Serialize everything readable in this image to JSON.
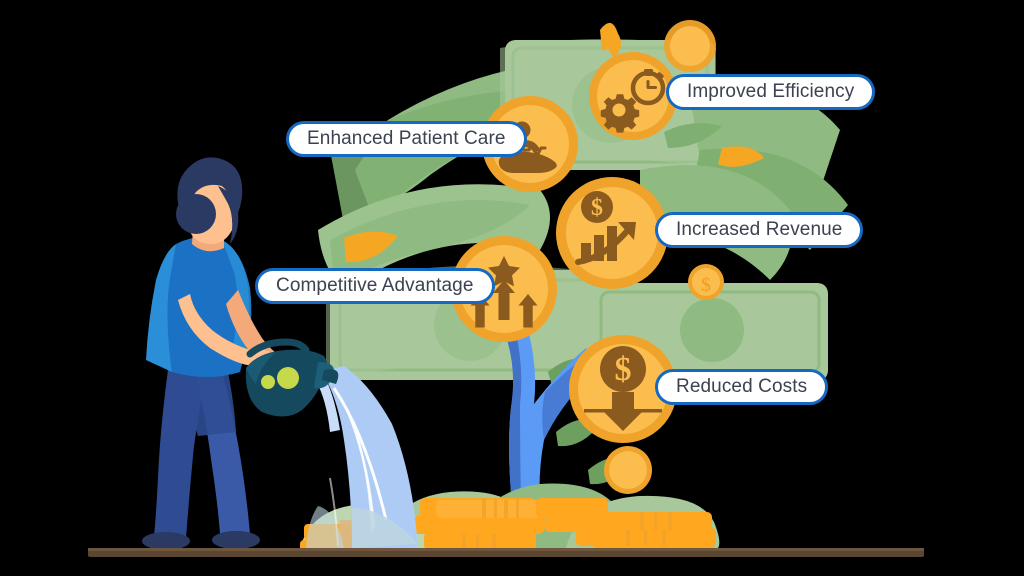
{
  "scene": {
    "title": "Money Tree Benefits Illustration",
    "background_color": "#000000",
    "ground_color": "#5b4632"
  },
  "palette": {
    "coin_outer": "#f0a32a",
    "coin_inner": "#fbbd4e",
    "coin_icon": "#8a5a1e",
    "leaf_green": "#7fb071",
    "bill_green": "#a8c89b",
    "bill_green_dark": "#8fba81",
    "trunk_light": "#5b9bf5",
    "trunk_dark": "#4272c8",
    "water_blue": "#aecbf5",
    "orange_leaf": "#f5a623",
    "pill_border": "#1669c1",
    "pill_fill": "#ffffff",
    "pill_text": "#3c4250",
    "skin": "#f4a97b",
    "hair": "#2b3a63",
    "shirt_blue": "#1b72c4",
    "shirt_light": "#2a8fd8",
    "pants": "#2f4c93",
    "can_teal": "#14495e",
    "can_dot": "#c6d94a"
  },
  "labels": [
    {
      "id": "efficiency",
      "text": "Improved Efficiency",
      "icon": "gear-stopwatch-icon"
    },
    {
      "id": "patient",
      "text": "Enhanced Patient Care",
      "icon": "hand-heartbeat-icon"
    },
    {
      "id": "revenue",
      "text": "Increased Revenue",
      "icon": "dollar-bar-chart-arrow-up-icon"
    },
    {
      "id": "advantage",
      "text": "Competitive Advantage",
      "icon": "star-three-arrows-up-icon"
    },
    {
      "id": "costs",
      "text": "Reduced Costs",
      "icon": "dollar-arrow-down-icon"
    }
  ],
  "figure": {
    "name": "woman-watering",
    "holds": "watering-can",
    "watering_can_label": "watering-can",
    "water_stream_label": "water-stream"
  },
  "elements": {
    "tree_label": "money-tree",
    "trunk_label": "tree-trunk",
    "foliage_label": "banknote-foliage",
    "coin_stacks_label": "coin-stacks",
    "ground_label": "ground-line"
  }
}
